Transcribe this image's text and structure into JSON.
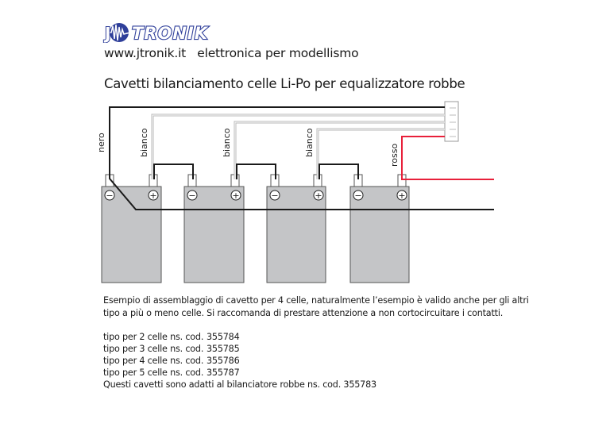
{
  "header": {
    "logo_text": "JTRONIK",
    "site": "www.jtronik.it",
    "tagline": "elettronica per modellismo",
    "title": "Cavetti bilanciamento celle Li-Po per equalizzatore robbe"
  },
  "diagram": {
    "wire_labels": [
      "nero",
      "bianco",
      "bianco",
      "bianco",
      "rosso"
    ],
    "minus_symbol": "−",
    "plus_symbol": "+",
    "colors": {
      "black": "#1a1a1a",
      "white_wire": "#b8b8b8",
      "red": "#e8203a",
      "cell": "#c4c5c7"
    }
  },
  "description": {
    "line1": "Esempio di assemblaggio di cavetto per 4 celle,  naturalmente l’esempio è valido anche per gli altri",
    "line2": "tipo a più o meno celle. Si raccomanda di prestare attenzione a non cortocircuitare i contatti."
  },
  "codes": [
    {
      "label": "tipo per 2 celle ns. cod.",
      "code": "355784"
    },
    {
      "label": "tipo per 3 celle ns. cod.",
      "code": "355785"
    },
    {
      "label": "tipo per 4 celle ns. cod.",
      "code": "355786"
    },
    {
      "label": "tipo per 5 celle ns. cod.",
      "code": "355787"
    }
  ],
  "footer_note": "Questi cavetti sono adatti al bilanciatore robbe ns. cod.  355783"
}
